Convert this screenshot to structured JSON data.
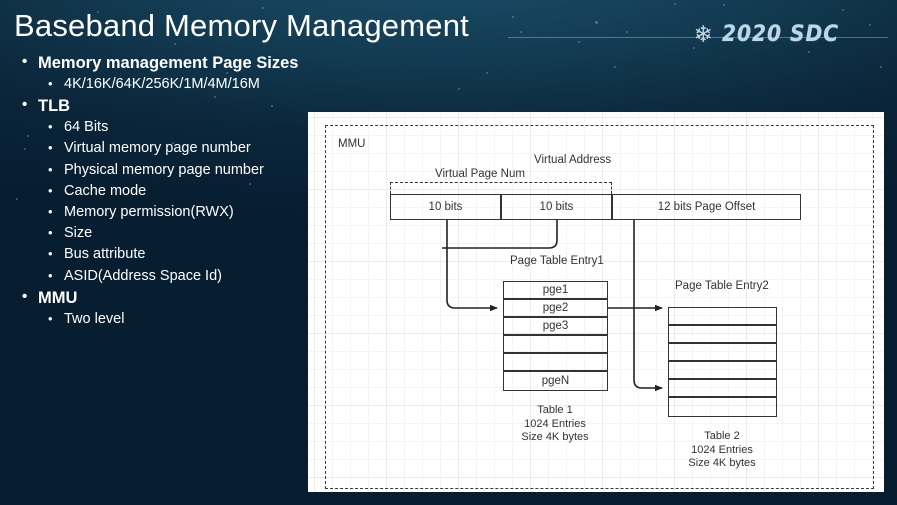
{
  "slide": {
    "title": "Baseband Memory Management",
    "logo": {
      "icon": "snowflake-icon",
      "glyph": "❄",
      "text": "2020 SDC"
    },
    "colors": {
      "background": "#071d30",
      "background_top": "#1d4f6b",
      "text": "#ffffff",
      "panel": "#ffffff",
      "diagram_line": "#333333",
      "logo_text": "#bcd8e8"
    }
  },
  "bullets": [
    {
      "label": "Memory management Page Sizes",
      "children": [
        "4K/16K/64K/256K/1M/4M/16M"
      ]
    },
    {
      "label": "TLB",
      "children": [
        "64 Bits",
        "Virtual memory page number",
        "Physical memory page number",
        "Cache mode",
        "Memory permission(RWX)",
        "Size",
        "Bus attribute",
        "ASID(Address Space Id)"
      ]
    },
    {
      "label": "MMU",
      "children": [
        "Two level"
      ]
    }
  ],
  "diagram": {
    "mmu_label": "MMU",
    "virtual_address_label": "Virtual Address",
    "virtual_page_num_label": "Virtual Page Num",
    "address_fields": [
      {
        "label": "10 bits"
      },
      {
        "label": "10 bits"
      },
      {
        "label": "12 bits Page Offset"
      }
    ],
    "table1": {
      "title": "Page Table Entry1",
      "rows": [
        "pge1",
        "pge2",
        "pge3",
        "",
        "",
        "pgeN"
      ],
      "caption": "Table 1\n1024 Entries\nSize 4K bytes"
    },
    "table2": {
      "title": "Page Table Entry2",
      "rows": [
        "",
        "",
        "",
        "",
        "",
        ""
      ],
      "caption": "Table 2\n1024 Entries\nSize 4K bytes"
    }
  }
}
